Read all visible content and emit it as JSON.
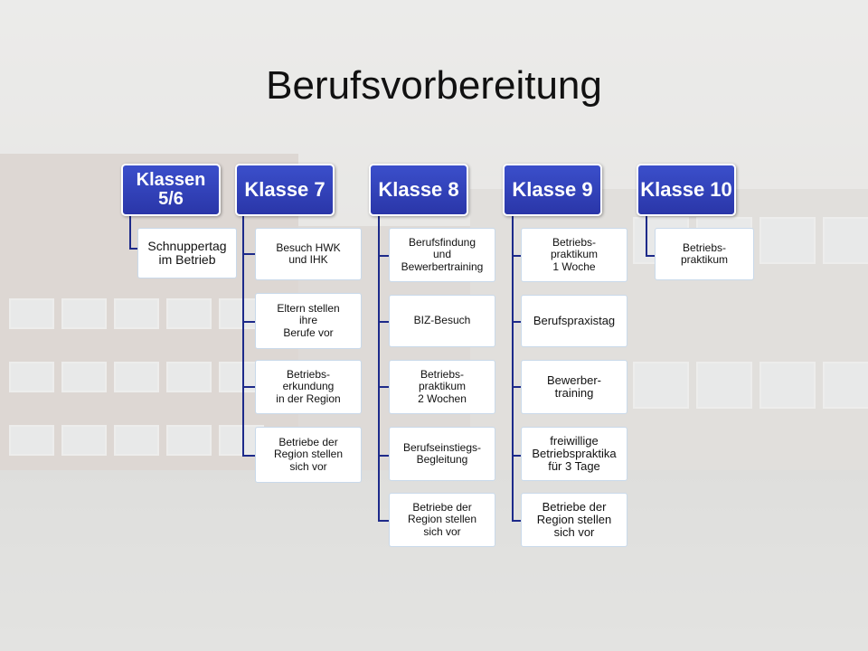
{
  "title": "Berufsvorbereitung",
  "columns": [
    {
      "header": "Klassen\n5/6",
      "items": [
        "Schnuppertag\nim Betrieb"
      ]
    },
    {
      "header": "Klasse 7",
      "items": [
        "Besuch HWK\nund IHK",
        "Eltern stellen\nihre\nBerufe vor",
        "Betriebs-\nerkundung\nin der Region",
        "Betriebe der\nRegion stellen\nsich vor"
      ]
    },
    {
      "header": "Klasse 8",
      "items": [
        "Berufsfindung\nund\nBewerbertraining",
        "BIZ-Besuch",
        "Betriebs-\npraktikum\n2 Wochen",
        "Berufseinstiegs-\nBegleitung",
        "Betriebe der\nRegion stellen\nsich vor"
      ]
    },
    {
      "header": "Klasse 9",
      "items": [
        "Betriebs-\npraktikum\n1 Woche",
        "Berufspraxistag",
        "Bewerber-\ntraining",
        "freiwillige\nBetriebspraktika\nfür 3 Tage",
        "Betriebe der\nRegion stellen\nsich vor"
      ]
    },
    {
      "header": "Klasse 10",
      "items": [
        "Betriebs-\npraktikum"
      ]
    }
  ],
  "colors": {
    "header": "#2e3cb3",
    "connector": "#1d2a8a",
    "box_border": "#c9d9ea"
  }
}
